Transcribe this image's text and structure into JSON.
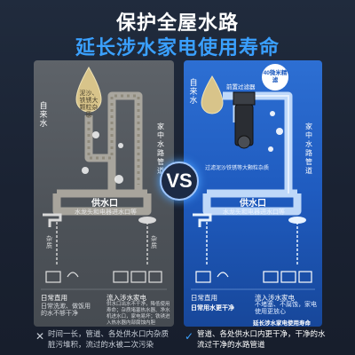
{
  "header": {
    "line1": "保护全屋水路",
    "line2": "延长涉水家电使用寿命"
  },
  "vs_label": "VS",
  "left": {
    "tap_water_label": "自来水",
    "drop_text": "泥沙、铁锈大颗粒杂质",
    "home_pipe_label": "家中水路管道",
    "supply_title": "供水口",
    "supply_sub": "水龙头和电器进水口等",
    "flow_tag_1": "杂质",
    "flow_tag_2": "杂质",
    "daily_use_label": "日常直用",
    "daily_use_desc": "日常洗漱、做饭用的水不够干净",
    "appliance_label": "流入涉水家电",
    "appliance_desc": "供水口出水不干净，降低使用寿命；杂质堵塞热水器、净水机进水口，家电易坏；铁锈进入热水器内部腐蚀内胆"
  },
  "right": {
    "prefilter_label": "前置过滤器",
    "badge": "40微米精滤",
    "tap_water_label": "自来水",
    "filter_desc": "过滤泥沙铁锈等大颗粒杂质",
    "home_pipe_label": "家中水路管道",
    "supply_title": "供水口",
    "supply_sub": "水龙头和电器进水口等",
    "daily_use_label": "日常直用",
    "daily_use_desc": "日常用水更干净",
    "appliance_label": "流入涉水家电",
    "appliance_desc": "不堵塞、不腐蚀，家电使用更放心",
    "appliance_extra": "延长涉水家电使用寿命"
  },
  "footer": {
    "left_mark": "✕",
    "left_text": "时间一长，管道、各处供水口内杂质脏污堆积，流过的水被二次污染",
    "right_mark": "✓",
    "right_text": "管道、各处供水口内更干净，干净的水流过干净的水路管道"
  },
  "colors": {
    "background": "#1b2333",
    "accent_blue": "#3aa0ff",
    "left_panel": "#55595f",
    "right_panel": "#2466c8"
  }
}
